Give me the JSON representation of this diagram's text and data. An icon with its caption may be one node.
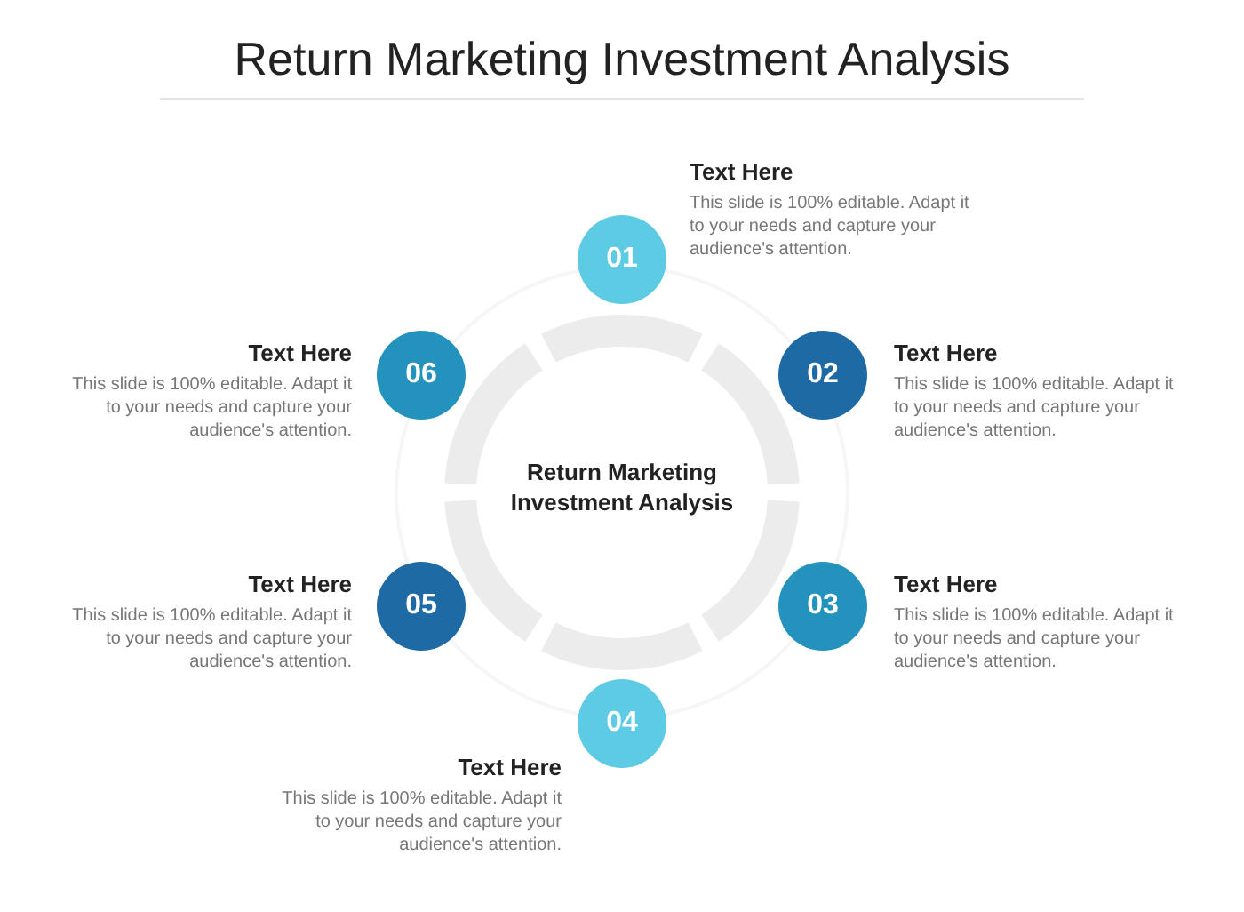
{
  "diagram": {
    "title": "Return Marketing Investment Analysis",
    "nodes": [
      {
        "text": [
          "Return Marketing Investment Analysis"
        ]
      },
      {
        "text": [
          "01"
        ],
        "beside": [
          "Text Here",
          "This slide is 100% editable. Adapt it to your needs and capture your audience's attention."
        ]
      },
      {
        "text": [
          "02"
        ],
        "beside": [
          "Text Here",
          "This slide is 100% editable. Adapt it to your needs and capture your audience's attention."
        ]
      },
      {
        "text": [
          "03"
        ],
        "beside": [
          "Text Here",
          "This slide is 100% editable. Adapt it to your needs and capture your audience's attention."
        ]
      },
      {
        "text": [
          "04"
        ],
        "beside": [
          "Text Here",
          "This slide is 100% editable. Adapt it to your needs and capture your audience's attention."
        ]
      },
      {
        "text": [
          "05"
        ],
        "beside": [
          "Text Here",
          "This slide is 100% editable. Adapt it to your needs and capture your audience's attention."
        ]
      },
      {
        "text": [
          "06"
        ],
        "beside": [
          "Text Here",
          "This slide is 100% editable. Adapt it to your needs and capture your audience's attention."
        ]
      }
    ],
    "edges": []
  }
}
